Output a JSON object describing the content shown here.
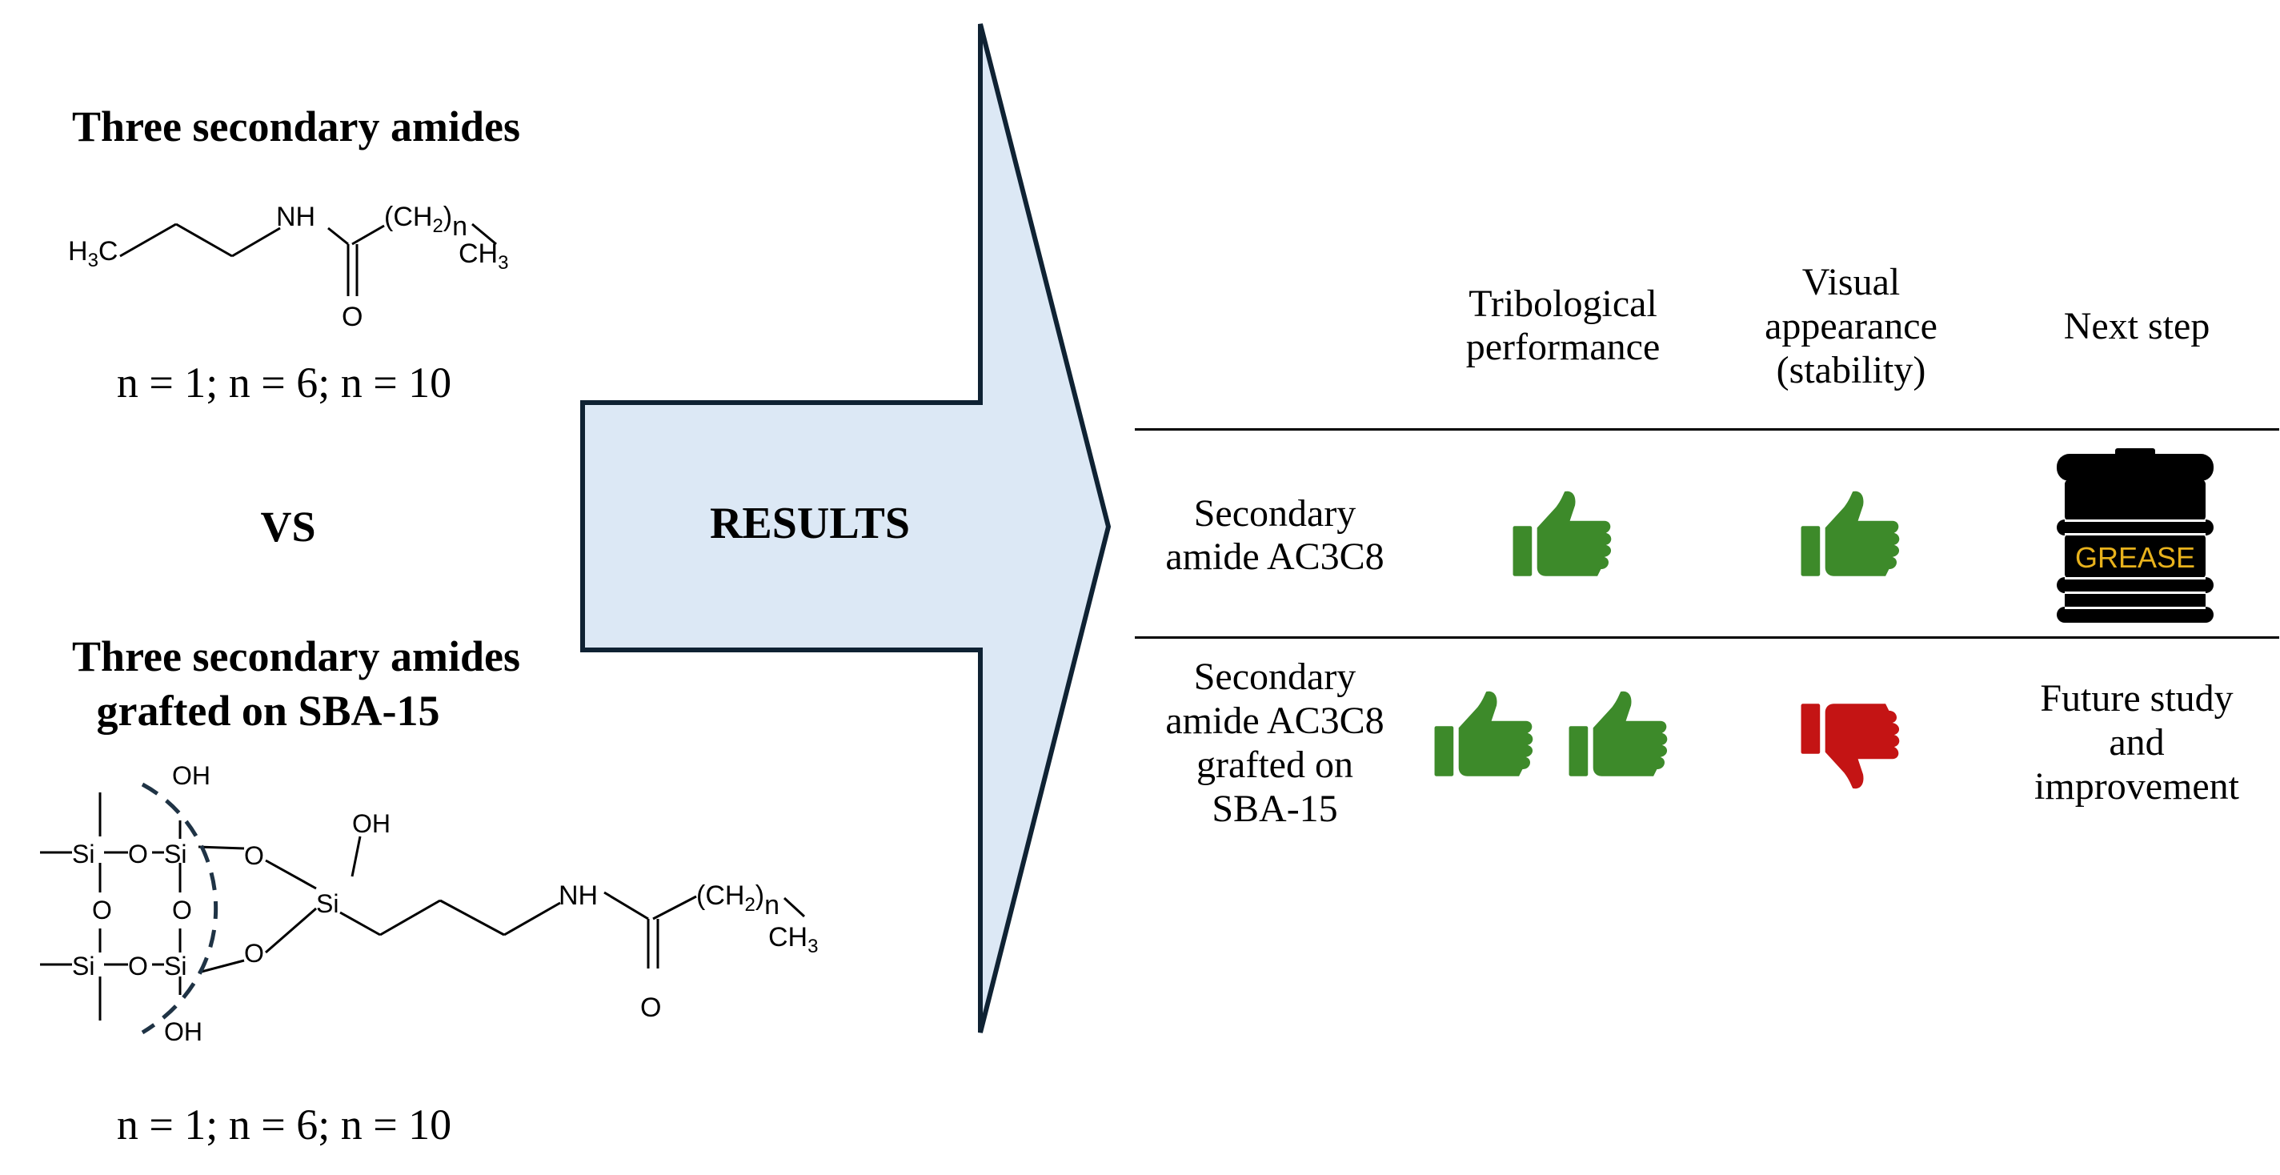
{
  "left": {
    "heading_top": "Three secondary amides",
    "n_values_top": "n = 1; n = 6; n = 10",
    "vs": "VS",
    "heading_bottom_line1": "Three secondary amides",
    "heading_bottom_line2": "grafted on SBA-15",
    "n_values_bottom": "n = 1; n = 6; n = 10",
    "structure_top": {
      "h3c": "H",
      "h3c_sub": "3",
      "h3c_c": "C",
      "nh": "NH",
      "ch2": "(CH",
      "ch2_sub": "2",
      "ch2_close": ")",
      "n": "n",
      "ch3": "CH",
      "ch3_sub": "3",
      "o": "O"
    },
    "structure_bottom": {
      "oh1": "OH",
      "oh2": "OH",
      "oh3": "OH",
      "si": "Si",
      "o": "O",
      "nh": "NH",
      "ch2": "(CH",
      "ch2_sub": "2",
      "ch2_close": ")",
      "n": "n",
      "ch3": "CH",
      "ch3_sub": "3"
    }
  },
  "arrow": {
    "label": "RESULTS",
    "fill": "#dce8f5",
    "stroke": "#0f2233"
  },
  "table": {
    "columns": [
      {
        "line1": "Tribological",
        "line2": "performance"
      },
      {
        "line1": "Visual",
        "line2": "appearance",
        "line3": "(stability)"
      },
      {
        "line1": "Next step"
      }
    ],
    "rows": [
      {
        "label_line1": "Secondary",
        "label_line2": "amide AC3C8",
        "tribological": "thumbs-up",
        "visual": "thumbs-up",
        "next_step_icon": "grease-barrel",
        "barrel_label": "GREASE"
      },
      {
        "label_line1": "Secondary",
        "label_line2": "amide AC3C8",
        "label_line3": "grafted on",
        "label_line4": "SBA-15",
        "tribological": "two thumbs-up",
        "visual": "thumbs-down",
        "next_line1": "Future study",
        "next_line2": "and",
        "next_line3": "improvement"
      }
    ]
  },
  "colors": {
    "thumb_up": "#3d8a2a",
    "thumb_down": "#c41414",
    "barrel": "#000000",
    "barrel_label": "#e8b21c"
  }
}
